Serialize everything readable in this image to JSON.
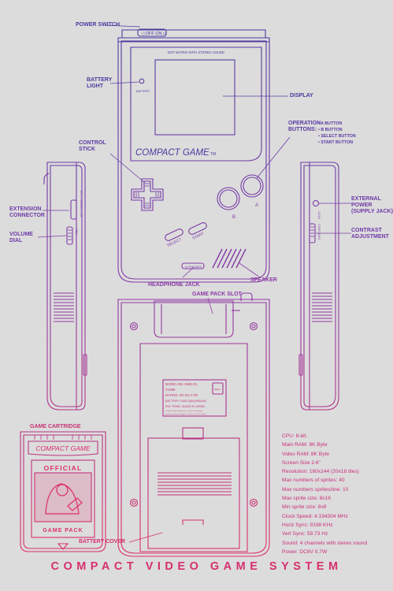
{
  "colors": {
    "background": "#dcdcdc",
    "top": "#4b3aa0",
    "mid": "#8a3aa8",
    "bottom": "#dc2f68"
  },
  "labels": {
    "power_switch": "POWER SWITCH",
    "battery_light": "BATTERY\nLIGHT",
    "display": "DISPLAY",
    "operation_buttons": "OPERATION\nBUTTONS:",
    "operation_list": [
      "• A BUTTON",
      "• B BUTTON",
      "• SELECT BUTTON",
      "• START BUTTON"
    ],
    "control_stick": "CONTROL\nSTICK",
    "extension_connector": "EXTENSION\nCONNECTOR",
    "volume_dial": "VOLUME\nDIAL",
    "external_power": "EXTERNAL\nPOWER\n(SUPPLY JACK)",
    "contrast_adjustment": "CONTRAST\nADJUSTMENT",
    "speaker": "SPEAKER",
    "headphone_jack": "HEADPHONE JACK",
    "game_pack_slot": "GAME PACK SLOT",
    "game_cartridge": "GAME CARTRIDGE",
    "battery_cover": "BATTERY COVER"
  },
  "device": {
    "switch_text": "◁ OFF  ON ▷",
    "screen_caption": "DOT MATRIX WITH STEREO SOUND",
    "battery_text": "BATTERY",
    "brand": "COMPACT GAME",
    "brand_tm": "TM",
    "button_b": "B",
    "button_a": "A",
    "select_text": "SELECT",
    "start_text": "START",
    "phones_text": "Ω PHONES",
    "side_left_text": "EXT. CONNECTOR",
    "side_left_vol": "VOL.",
    "side_right_text": "DC6V",
    "side_right_contrast": "CONTRAST"
  },
  "back_label": {
    "model": "MODEL NO.    DMG-01",
    "copyright": "©1989",
    "rating": "RATING: DC 6V  0.7W",
    "battery": "BATTERY: SUM-3(AA)/R6(AA)",
    "patent": "PAT. PEND. MADE IN JAPAN",
    "small1": "Complies with the limits for a Class B computing",
    "small2": "device pursuant to Subpart J of Part 15 of FCC Rules",
    "logo": "SEAL"
  },
  "cartridge": {
    "brand": "COMPACT GAME",
    "official": "OFFICIAL",
    "game_pack": "GAME PACK"
  },
  "specs": [
    "CPU: 8-bit.",
    "Main RAM: 8K Byte",
    "Video RAM: 8K Byte",
    "Screen Size 2.6\"",
    "Resolution: 160x144 (20x18 tiles)",
    "Max numbers of sprites: 40",
    "Max numbers sprites/line: 10",
    "Max sprite size: 8x16",
    "Min sprite size: 8x8",
    "Clock Speed: 4.194304 MHz",
    "Horiz Sync: 9198 KHz",
    "Vert Sync: 59.73 Hz",
    "Sound: 4 channels with stereo sound",
    "Power: DC6V 0.7W"
  ],
  "title": "COMPACT VIDEO GAME SYSTEM"
}
